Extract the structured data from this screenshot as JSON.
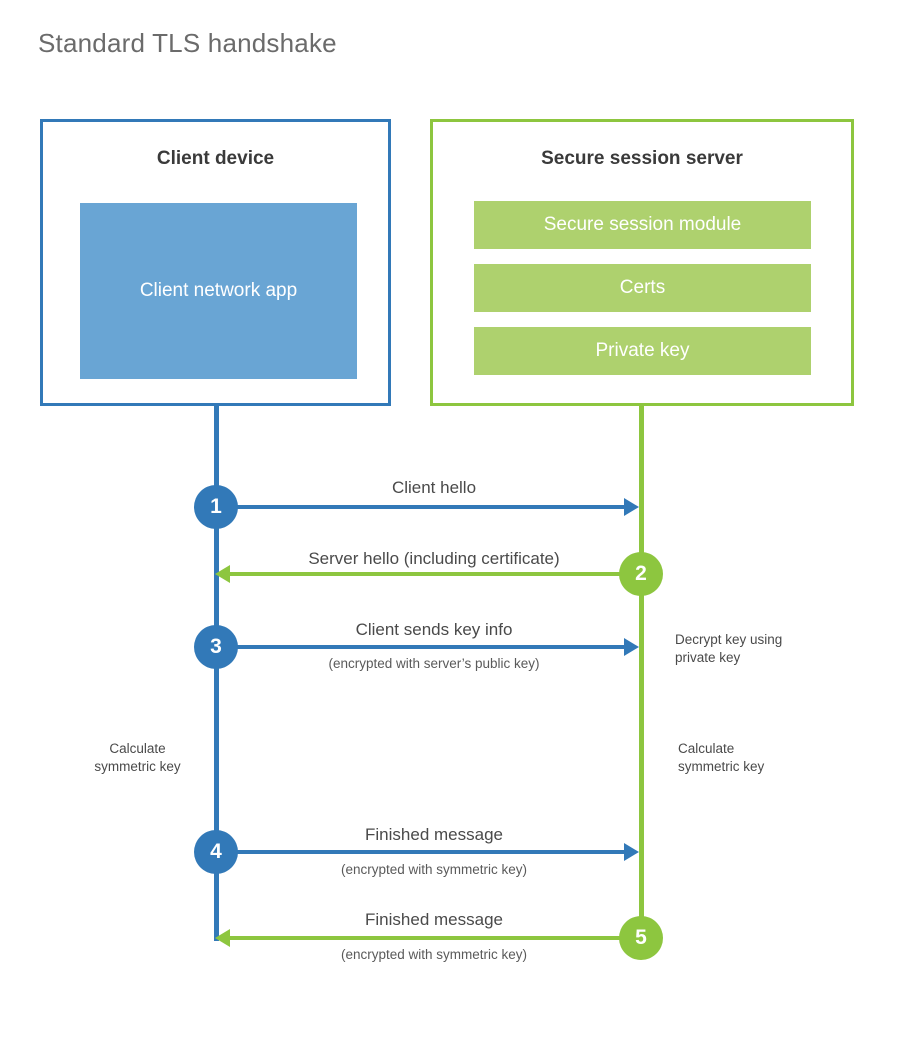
{
  "title": "Standard TLS handshake",
  "colors": {
    "client_accent": "#3279b8",
    "client_fill": "#69a5d4",
    "server_accent": "#8dc63f",
    "server_fill": "#aed16e",
    "title_text": "#6b6b6b",
    "body_text": "#4a4a4a",
    "background": "#ffffff"
  },
  "client": {
    "title": "Client device",
    "app_label": "Client network app"
  },
  "server": {
    "title": "Secure session server",
    "blocks": [
      {
        "label": "Secure session module"
      },
      {
        "label": "Certs"
      },
      {
        "label": "Private key"
      }
    ]
  },
  "steps": [
    {
      "number": "1",
      "label": "Client hello",
      "sublabel": "",
      "direction": "client-to-server",
      "color": "blue"
    },
    {
      "number": "2",
      "label": "Server hello (including certificate)",
      "sublabel": "",
      "direction": "server-to-client",
      "color": "green"
    },
    {
      "number": "3",
      "label": "Client sends key info",
      "sublabel": "(encrypted with server’s public key)",
      "direction": "client-to-server",
      "color": "blue"
    },
    {
      "number": "4",
      "label": "Finished message",
      "sublabel": "(encrypted with symmetric key)",
      "direction": "client-to-server",
      "color": "blue"
    },
    {
      "number": "5",
      "label": "Finished message",
      "sublabel": "(encrypted with symmetric key)",
      "direction": "server-to-client",
      "color": "green"
    }
  ],
  "annotations": {
    "server_decrypt": "Decrypt key using\nprivate key",
    "client_calculate": "Calculate\nsymmetric key",
    "server_calculate": "Calculate\nsymmetric key"
  }
}
